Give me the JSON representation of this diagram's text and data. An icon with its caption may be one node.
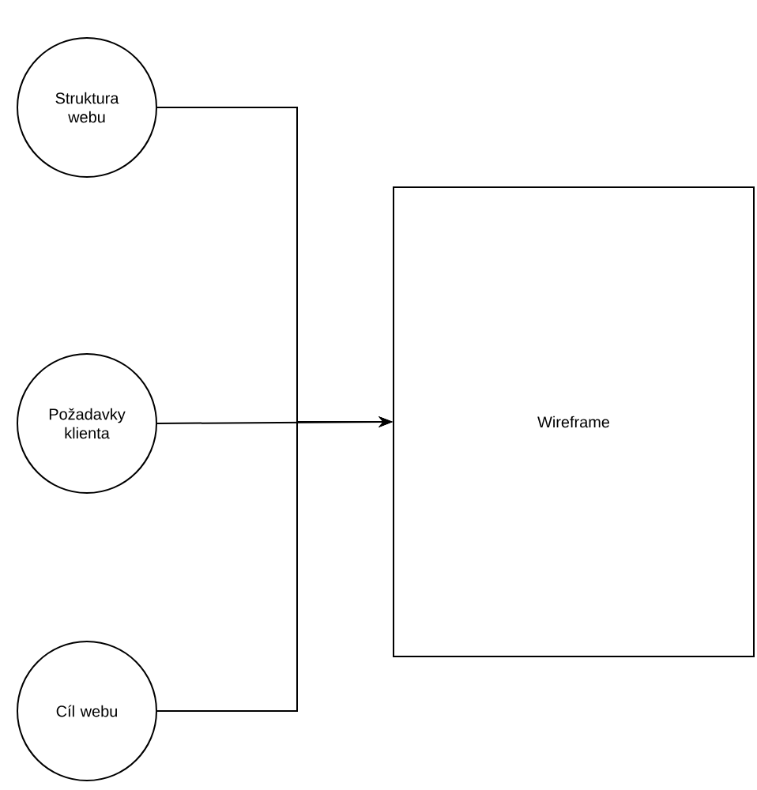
{
  "diagram": {
    "nodes": [
      {
        "text": [
          "Struktura webu"
        ]
      },
      {
        "text": [
          "Požadavky klienta"
        ]
      },
      {
        "text": [
          "Cíl webu"
        ]
      },
      {
        "text": [
          "Wireframe"
        ]
      }
    ],
    "edges": [
      {
        "from": 0,
        "to": 3,
        "arrow": "to"
      },
      {
        "from": 1,
        "to": 3,
        "arrow": "to"
      },
      {
        "from": 2,
        "to": 3,
        "arrow": "to"
      }
    ]
  }
}
